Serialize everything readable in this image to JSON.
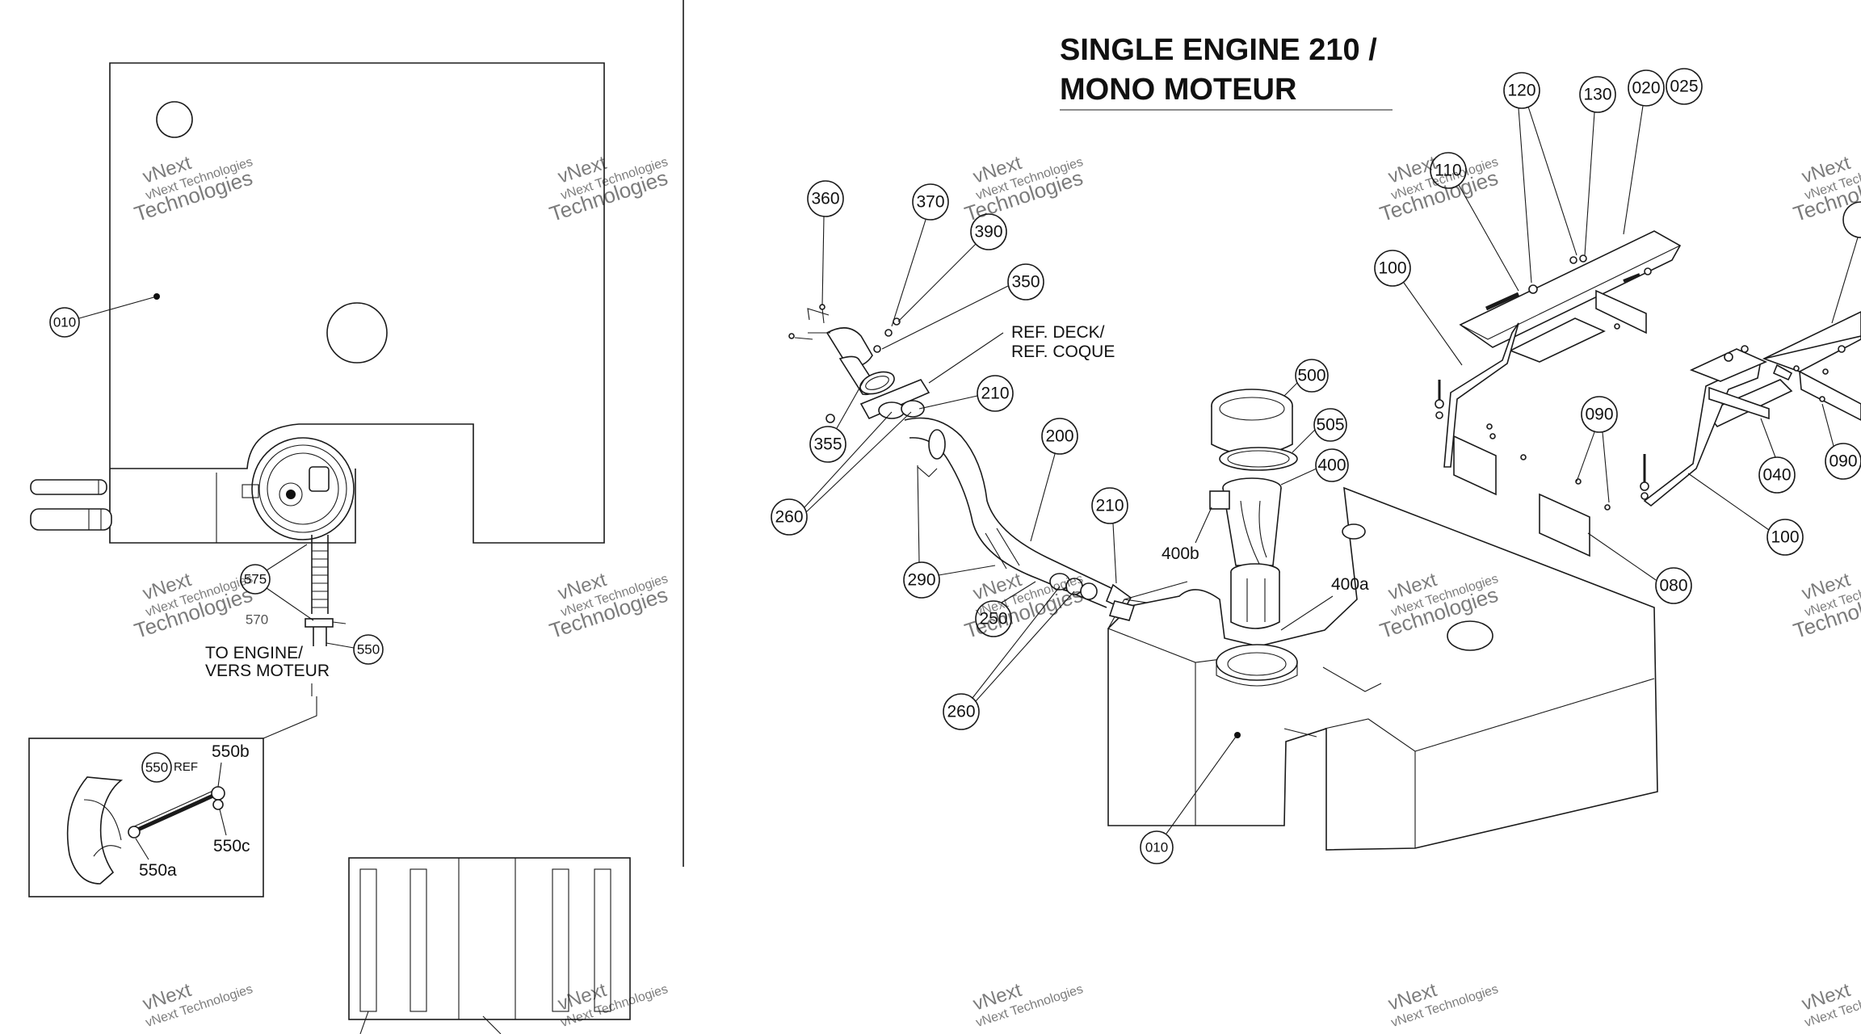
{
  "title": {
    "line1": "SINGLE ENGINE 210 /",
    "line2": "MONO MOTEUR"
  },
  "notes": {
    "ref_deck": "REF. DECK/",
    "ref_coque": "REF. COQUE",
    "to_engine": "TO ENGINE/",
    "vers_moteur": "VERS MOTEUR",
    "ref": "REF"
  },
  "watermark": {
    "line1": "vNext Technologies",
    "line2": "Technologies",
    "top": "vNext"
  },
  "callouts": {
    "c010_left": "010",
    "c575": "575",
    "c570": "570",
    "c550": "550",
    "c550_detail": "550",
    "c550b": "550b",
    "c550c": "550c",
    "c550a": "550a",
    "c360": "360",
    "c370": "370",
    "c390": "390",
    "c350": "350",
    "c210_a": "210",
    "c355": "355",
    "c260_a": "260",
    "c200": "200",
    "c290": "290",
    "c250": "250",
    "c260_b": "260",
    "c210_b": "210",
    "c500": "500",
    "c505": "505",
    "c400": "400",
    "c400b": "400b",
    "c400a": "400a",
    "c010_right": "010",
    "c120": "120",
    "c130": "130",
    "c020": "020",
    "c025": "025",
    "c110": "110",
    "c100_a": "100",
    "c090_a": "090",
    "c090_b": "090",
    "c040": "040",
    "c100_b": "100",
    "c080": "080"
  }
}
